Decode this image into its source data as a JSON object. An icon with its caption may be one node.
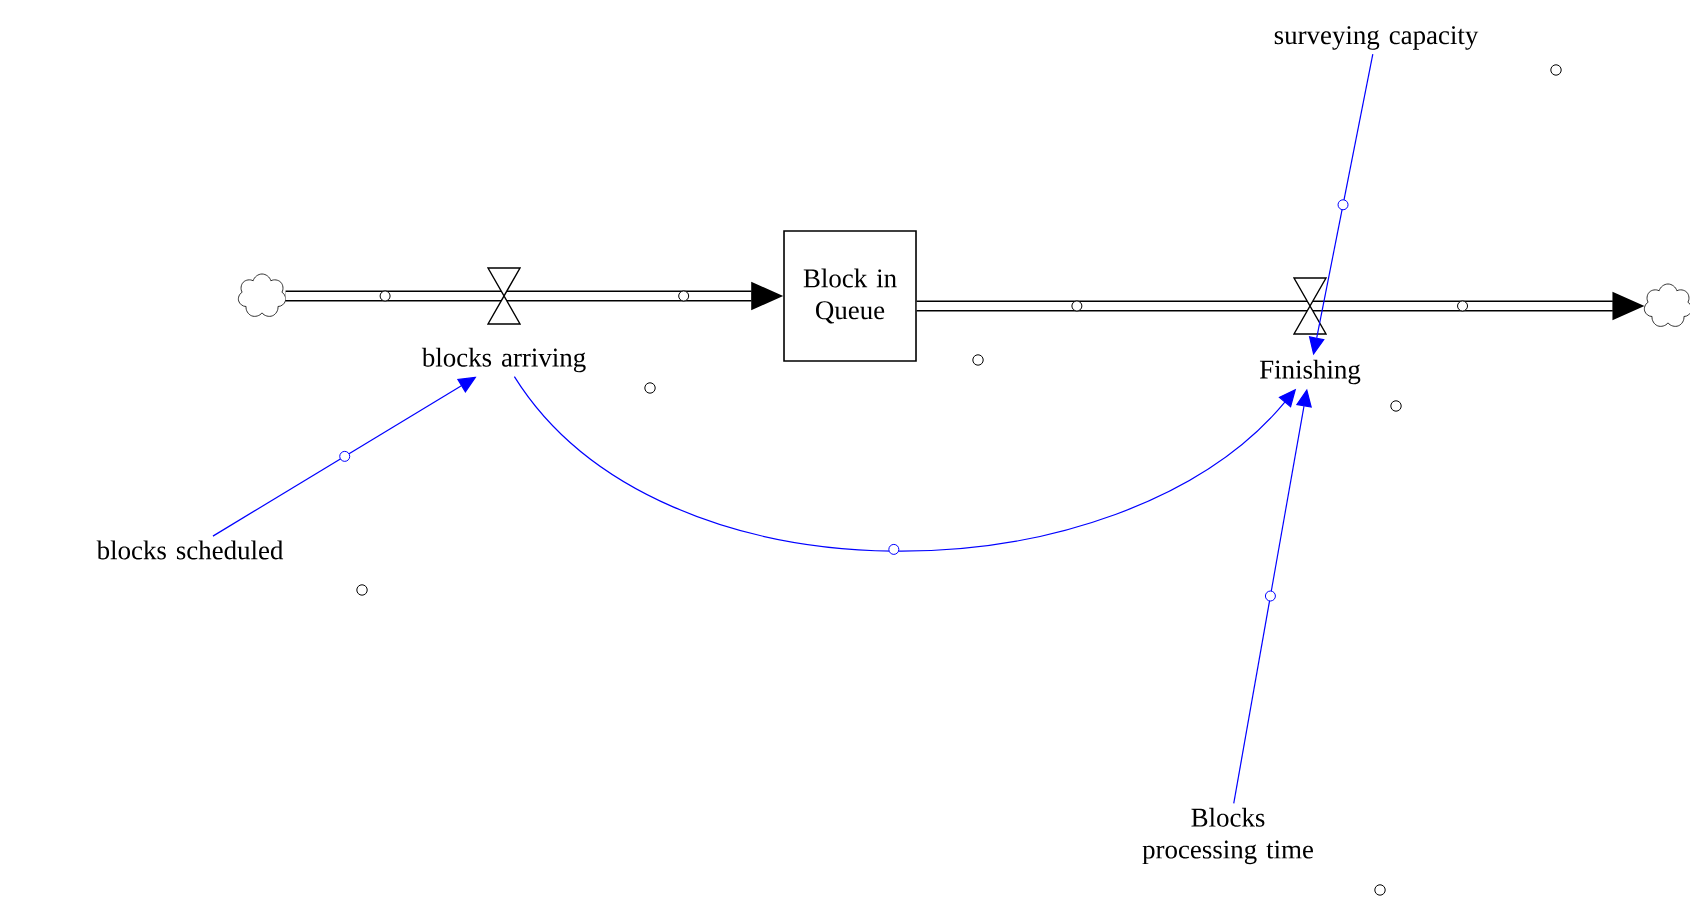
{
  "diagram": {
    "nodes": [
      {
        "text": [],
        "shape": "cloud"
      },
      {
        "text": [
          "blocks arriving"
        ]
      },
      {
        "text": [
          "Block in Queue"
        ]
      },
      {
        "text": [
          "Finishing"
        ]
      },
      {
        "text": [],
        "shape": "cloud"
      },
      {
        "text": [
          "surveying capacity"
        ]
      },
      {
        "text": [
          "blocks scheduled"
        ]
      },
      {
        "text": [
          "Blocks processing time"
        ]
      }
    ],
    "edges": [
      {
        "from": 0,
        "to": 2,
        "arrow": "to",
        "style": "thick",
        "color": "#000000"
      },
      {
        "from": 2,
        "to": 4,
        "arrow": "to",
        "style": "thick",
        "color": "#000000"
      },
      {
        "from": 6,
        "to": 1,
        "arrow": "to",
        "color": "#0000ff"
      },
      {
        "from": 1,
        "to": 3,
        "arrow": "to",
        "color": "#0000ff"
      },
      {
        "from": 5,
        "to": 3,
        "arrow": "to",
        "color": "#0000ff"
      },
      {
        "from": 7,
        "to": 3,
        "arrow": "to",
        "color": "#0000ff"
      }
    ]
  }
}
